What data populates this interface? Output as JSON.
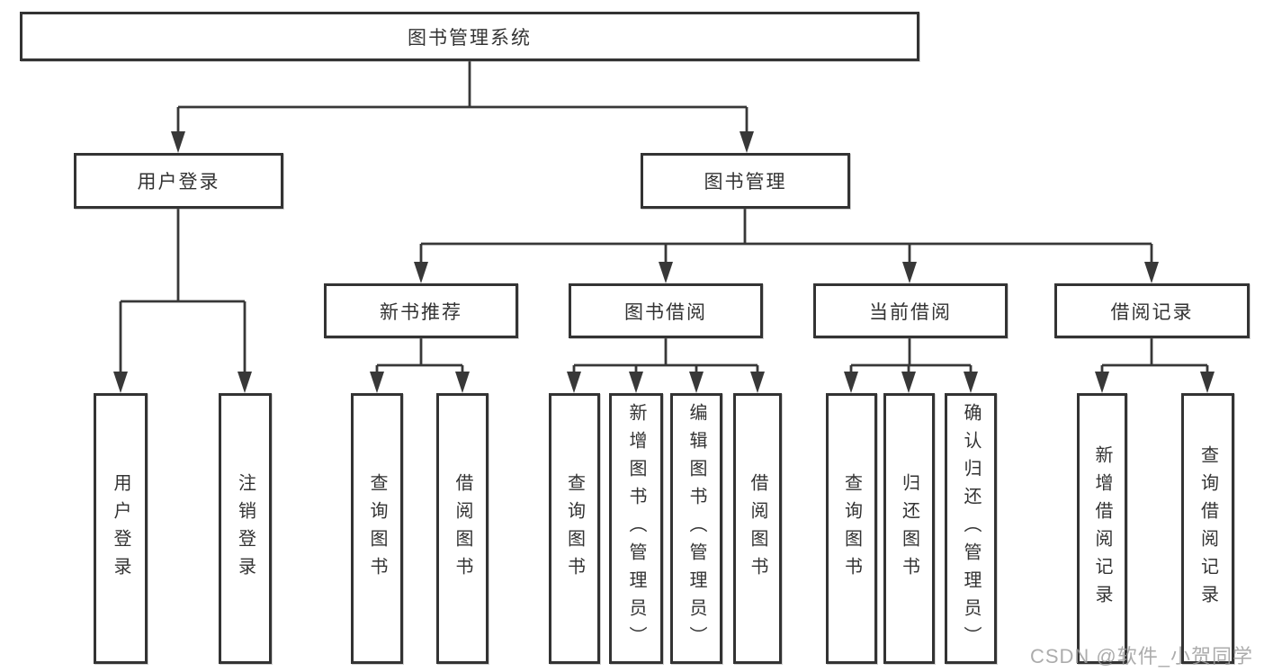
{
  "diagram": {
    "root": {
      "label": "图书管理系统"
    },
    "branches": [
      {
        "label": "用户登录",
        "leaves": [
          {
            "label": "用户登录"
          },
          {
            "label": "注销登录"
          }
        ]
      },
      {
        "label": "图书管理",
        "sections": [
          {
            "label": "新书推荐",
            "leaves": [
              {
                "label": "查询图书"
              },
              {
                "label": "借阅图书"
              }
            ]
          },
          {
            "label": "图书借阅",
            "leaves": [
              {
                "label": "查询图书"
              },
              {
                "label": "新增图书（管理员）"
              },
              {
                "label": "编辑图书（管理员）"
              },
              {
                "label": "借阅图书"
              }
            ]
          },
          {
            "label": "当前借阅",
            "leaves": [
              {
                "label": "查询图书"
              },
              {
                "label": "归还图书"
              },
              {
                "label": "确认归还（管理员）"
              }
            ]
          },
          {
            "label": "借阅记录",
            "leaves": [
              {
                "label": "新增借阅记录"
              },
              {
                "label": "查询借阅记录"
              }
            ]
          }
        ]
      }
    ],
    "watermark": "CSDN @软件_小贺同学",
    "colors": {
      "line": "#383838",
      "border": "#333333",
      "text": "#333333",
      "watermark": "#9e9e9e",
      "background": "#ffffff"
    }
  }
}
